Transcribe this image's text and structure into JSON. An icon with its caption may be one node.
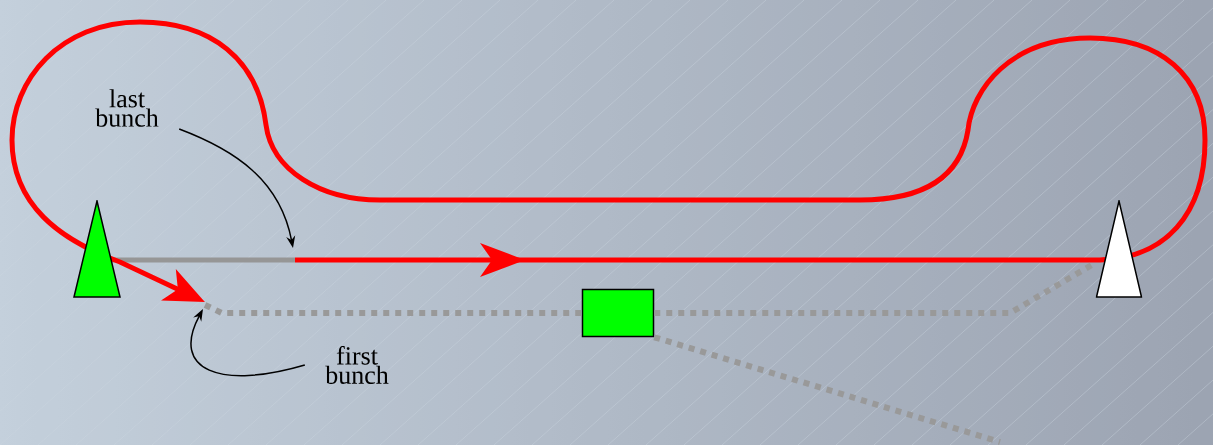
{
  "diagram": {
    "nodes": [
      {
        "text": [
          "last bunch"
        ]
      },
      {
        "text": [],
        "shape": "triangle"
      },
      {
        "text": [],
        "shape": "triangle"
      },
      {
        "text": [],
        "shape": "box"
      },
      {
        "text": [
          "first bunch"
        ]
      }
    ],
    "edges": [
      {
        "from": 0,
        "to": null,
        "arrow": "to",
        "color": "#000000"
      },
      {
        "from": 4,
        "to": null,
        "arrow": "to",
        "color": "#000000"
      },
      {
        "from": null,
        "to": 3,
        "arrow": "none",
        "style": "dashed",
        "color": "#999999"
      },
      {
        "from": 3,
        "to": 2,
        "arrow": "none",
        "style": "dashed",
        "color": "#999999"
      },
      {
        "from": 3,
        "to": null,
        "arrow": "none",
        "style": "dashed",
        "color": "#999999"
      }
    ]
  }
}
